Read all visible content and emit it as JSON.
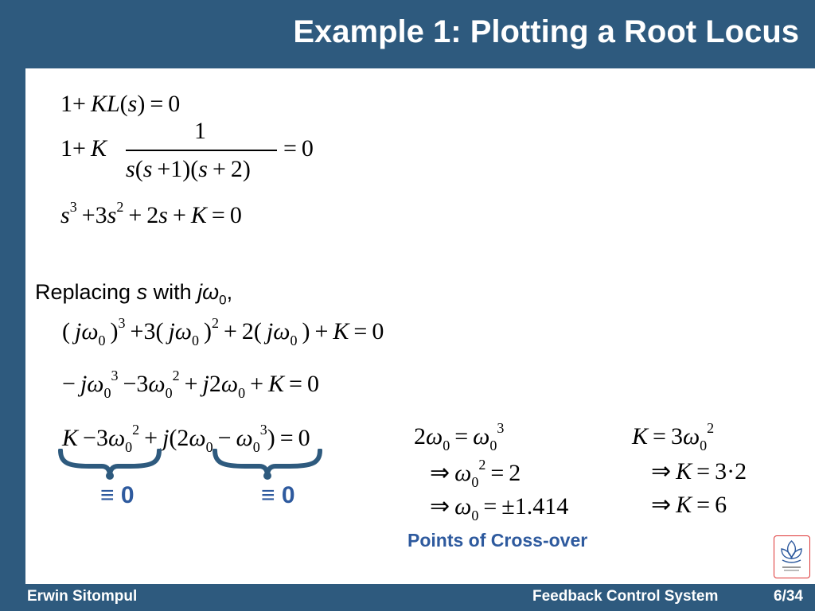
{
  "title": "Example 1: Plotting a Root Locus",
  "footer": {
    "author": "Erwin Sitompul",
    "course": "Feedback Control System",
    "page": "6/34"
  },
  "body": {
    "replacing_prefix": "Replacing ",
    "replacing_var_s": "s",
    "replacing_mid": " with ",
    "replacing_var_j": "jω",
    "replacing_sub": "0",
    "replacing_suffix": ",",
    "equiv_zero": "≡ 0",
    "cross_over_label": "Points of Cross-over"
  },
  "colors": {
    "background": "#2e5a7e",
    "content": "#ffffff",
    "accent": "#2e5a9e"
  },
  "icons": [
    "university-logo",
    "brace-icon"
  ]
}
